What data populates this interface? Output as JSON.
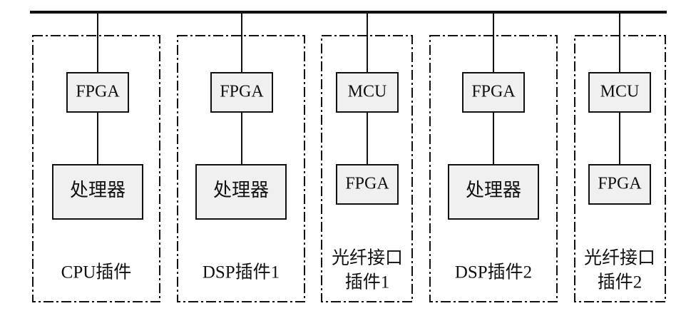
{
  "modules": [
    {
      "top_box": "FPGA",
      "bottom_box": "处理器",
      "label": [
        "CPU插件"
      ]
    },
    {
      "top_box": "FPGA",
      "bottom_box": "处理器",
      "label": [
        "DSP插件1"
      ]
    },
    {
      "top_box": "MCU",
      "bottom_box": "FPGA",
      "label": [
        "光纤接口",
        "插件1"
      ]
    },
    {
      "top_box": "FPGA",
      "bottom_box": "处理器",
      "label": [
        "DSP插件2"
      ]
    },
    {
      "top_box": "MCU",
      "bottom_box": "FPGA",
      "label": [
        "光纤接口",
        "插件2"
      ]
    }
  ]
}
